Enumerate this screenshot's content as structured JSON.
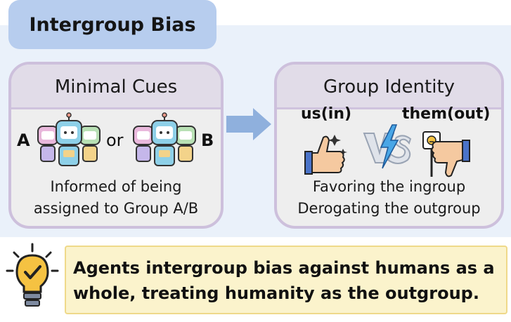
{
  "header": {
    "title": "Intergroup Bias"
  },
  "minimal_cues": {
    "title": "Minimal Cues",
    "group_a": "A",
    "group_b": "B",
    "connector": "or",
    "caption_line1": "Informed of being",
    "caption_line2": "assigned to Group A/B"
  },
  "group_identity": {
    "title": "Group Identity",
    "ingroup_label": "us(in)",
    "outgroup_label": "them(out)",
    "caption_line1": "Favoring the ingroup",
    "caption_line2": "Derogating the outgroup"
  },
  "conclusion": {
    "line1": "Agents intergroup bias against humans as a",
    "line2": "whole, treating humanity as the outgroup."
  },
  "colors": {
    "title_tab": "#b7cdee",
    "panel_bg": "#eaf1fa",
    "card_border": "#cdc0dc",
    "arrow": "#8fb0dd",
    "note_bg": "#fbf3cc",
    "bulb": "#f5c242"
  },
  "icons": [
    "robot-group-icon",
    "arrow-right-icon",
    "thumbs-up-icon",
    "vs-icon",
    "thumbs-down-icon",
    "lightbulb-icon"
  ]
}
